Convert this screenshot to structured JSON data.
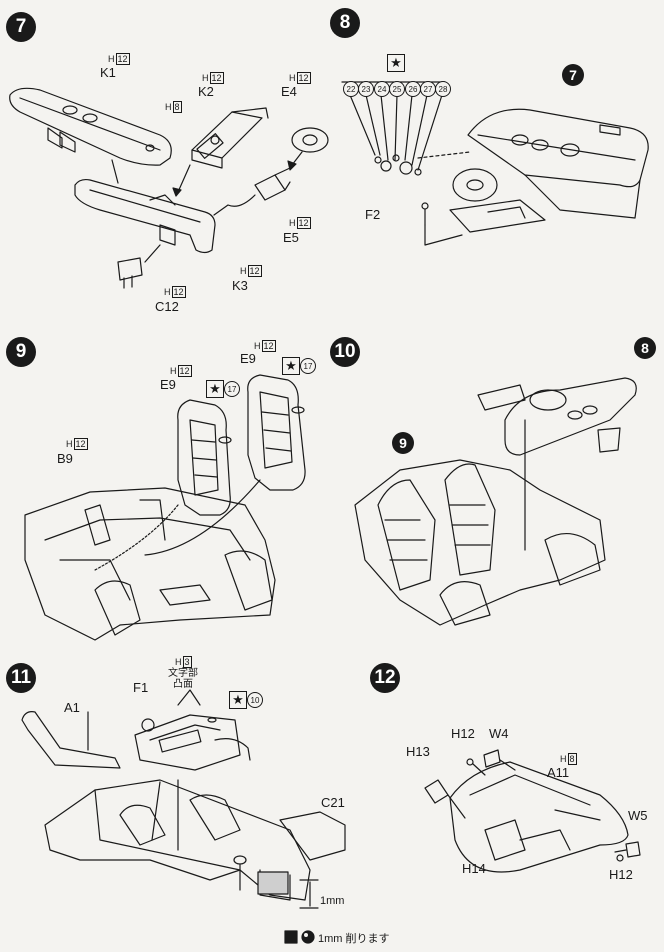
{
  "steps": [
    {
      "number": "7"
    },
    {
      "number": "8"
    },
    {
      "number": "9"
    },
    {
      "number": "10"
    },
    {
      "number": "11"
    },
    {
      "number": "12"
    }
  ],
  "step7": {
    "parts": {
      "k1": "K1",
      "k2": "K2",
      "e4": "E4",
      "e5": "E5",
      "k3": "K3",
      "c12": "C12"
    },
    "paints": {
      "k1": "12",
      "k2": "12",
      "k2b": "8",
      "e4": "12",
      "e5": "12",
      "k3": "12",
      "c12": "12"
    }
  },
  "step8": {
    "star": "★",
    "decals": [
      "22",
      "23",
      "24",
      "25",
      "26",
      "27",
      "28"
    ],
    "ref": "7",
    "parts": {
      "f2": "F2"
    }
  },
  "step9": {
    "parts": {
      "e9a": "E9",
      "e9b": "E9",
      "b9": "B9"
    },
    "paints": {
      "e9a": "12",
      "e9b": "12",
      "b9": "12"
    },
    "star": "★",
    "decals": {
      "a": "17",
      "b": "17"
    }
  },
  "step10": {
    "refs": {
      "a": "8",
      "b": "9"
    }
  },
  "step11": {
    "parts": {
      "a1": "A1",
      "f1": "F1",
      "c21": "C21"
    },
    "paints": {
      "h3": "3"
    },
    "note_line1": "文字部",
    "note_line2": "凸面",
    "star": "★",
    "decal": "10",
    "measure": "1mm"
  },
  "step12": {
    "parts": {
      "h12a": "H12",
      "w4": "W4",
      "h13": "H13",
      "a11": "A11",
      "w5": "W5",
      "h14": "H14",
      "h12b": "H12"
    },
    "paints": {
      "a11": "8"
    }
  },
  "paint_prefix": "H",
  "footer": {
    "text": "1mm 削ります"
  }
}
